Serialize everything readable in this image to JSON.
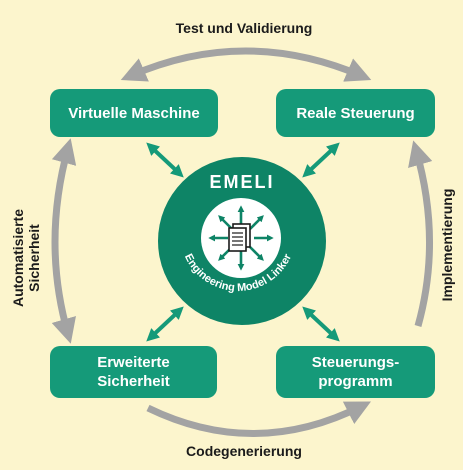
{
  "nodes": {
    "top_left": "Virtuelle Maschine",
    "top_right": "Reale Steuerung",
    "bottom_left": "Erweiterte\nSicherheit",
    "bottom_right": "Steuerungs-\nprogramm"
  },
  "center": {
    "title": "EMELI",
    "subtitle": "Engineering Model Linker",
    "icon": "document-hub-icon"
  },
  "edges": {
    "top": "Test und Validierung",
    "right": "Implementierung",
    "bottom": "Codegenerierung",
    "left_line1": "Automatisierte",
    "left_line2": "Sicherheit"
  },
  "colors": {
    "node_fill": "#159a79",
    "center_ring": "#0e8466",
    "center_inner": "#ffffff",
    "spoke_arrow": "#159a79",
    "cycle_arrow": "#a3a3a3",
    "background": "#fcf5cd"
  }
}
